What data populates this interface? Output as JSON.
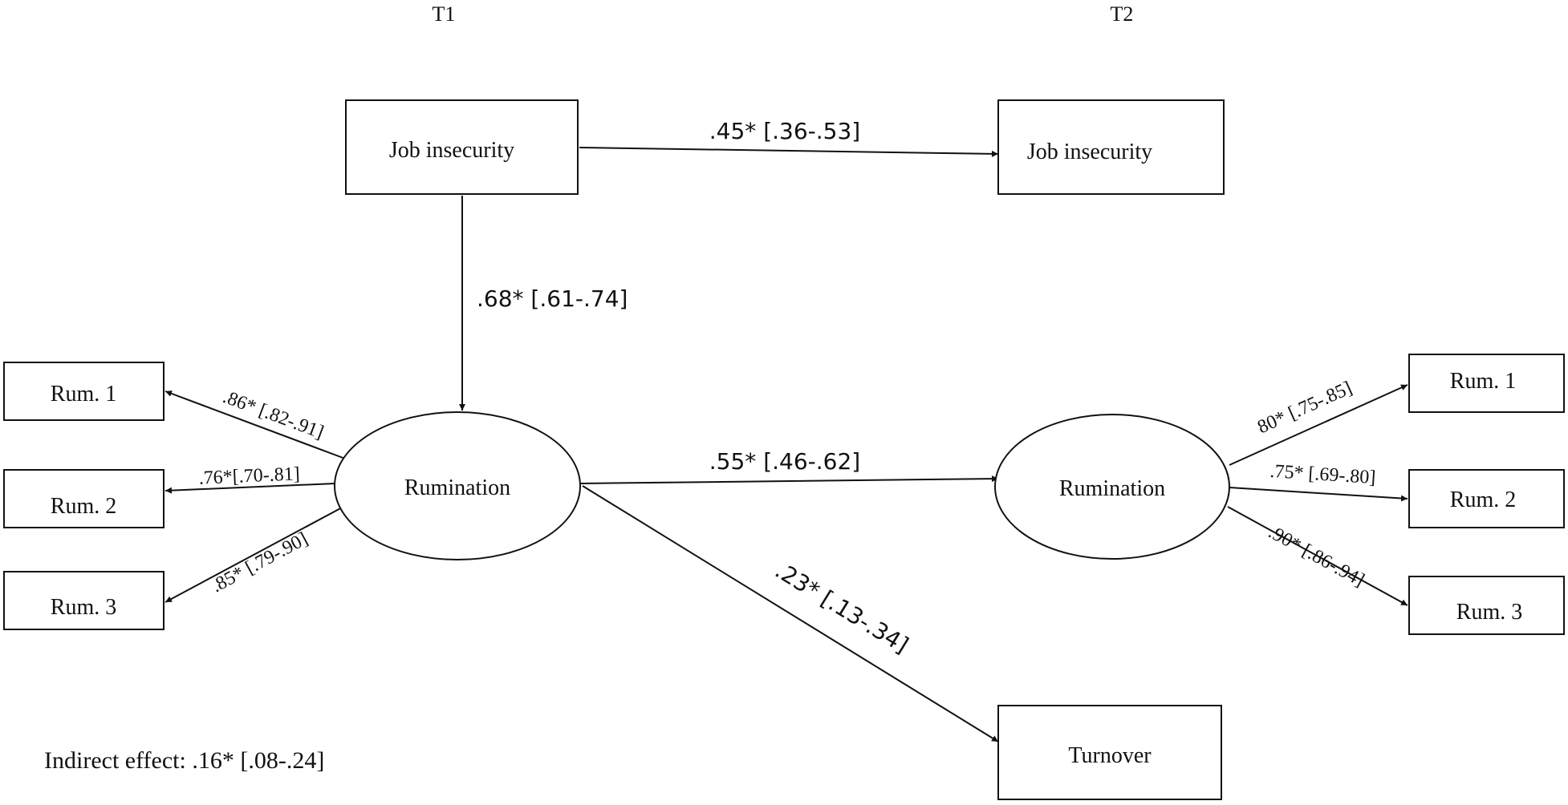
{
  "time_labels": {
    "t1": "T1",
    "t2": "T2"
  },
  "nodes": {
    "job_insecurity_t1": "Job insecurity",
    "job_insecurity_t2": "Job insecurity",
    "rumination_t1": "Rumination",
    "rumination_t2": "Rumination",
    "rum1_t1": "Rum. 1",
    "rum2_t1": "Rum. 2",
    "rum3_t1": "Rum. 3",
    "rum1_t2": "Rum. 1",
    "rum2_t2": "Rum. 2",
    "rum3_t2": "Rum. 3",
    "turnover": "Turnover"
  },
  "paths": {
    "ji_t1_to_ji_t2": ".45* [.36-.53]",
    "ji_t1_to_rum_t1": ".68* [.61-.74]",
    "rum_t1_to_rum_t2": ".55* [.46-.62]",
    "rum_t1_to_turnover": ".23* [.13-.34]",
    "rum_t1_to_rum1": ".86* [.82-.91]",
    "rum_t1_to_rum2": ".76*[.70-.81]",
    "rum_t1_to_rum3": ".85* [.79-.90]",
    "rum_t2_to_rum1": "80* [.75-.85]",
    "rum_t2_to_rum2": ".75* [.69-.80]",
    "rum_t2_to_rum3": ".90* [.86-.94]"
  },
  "indirect_effect": "Indirect effect: .16* [.08-.24]"
}
